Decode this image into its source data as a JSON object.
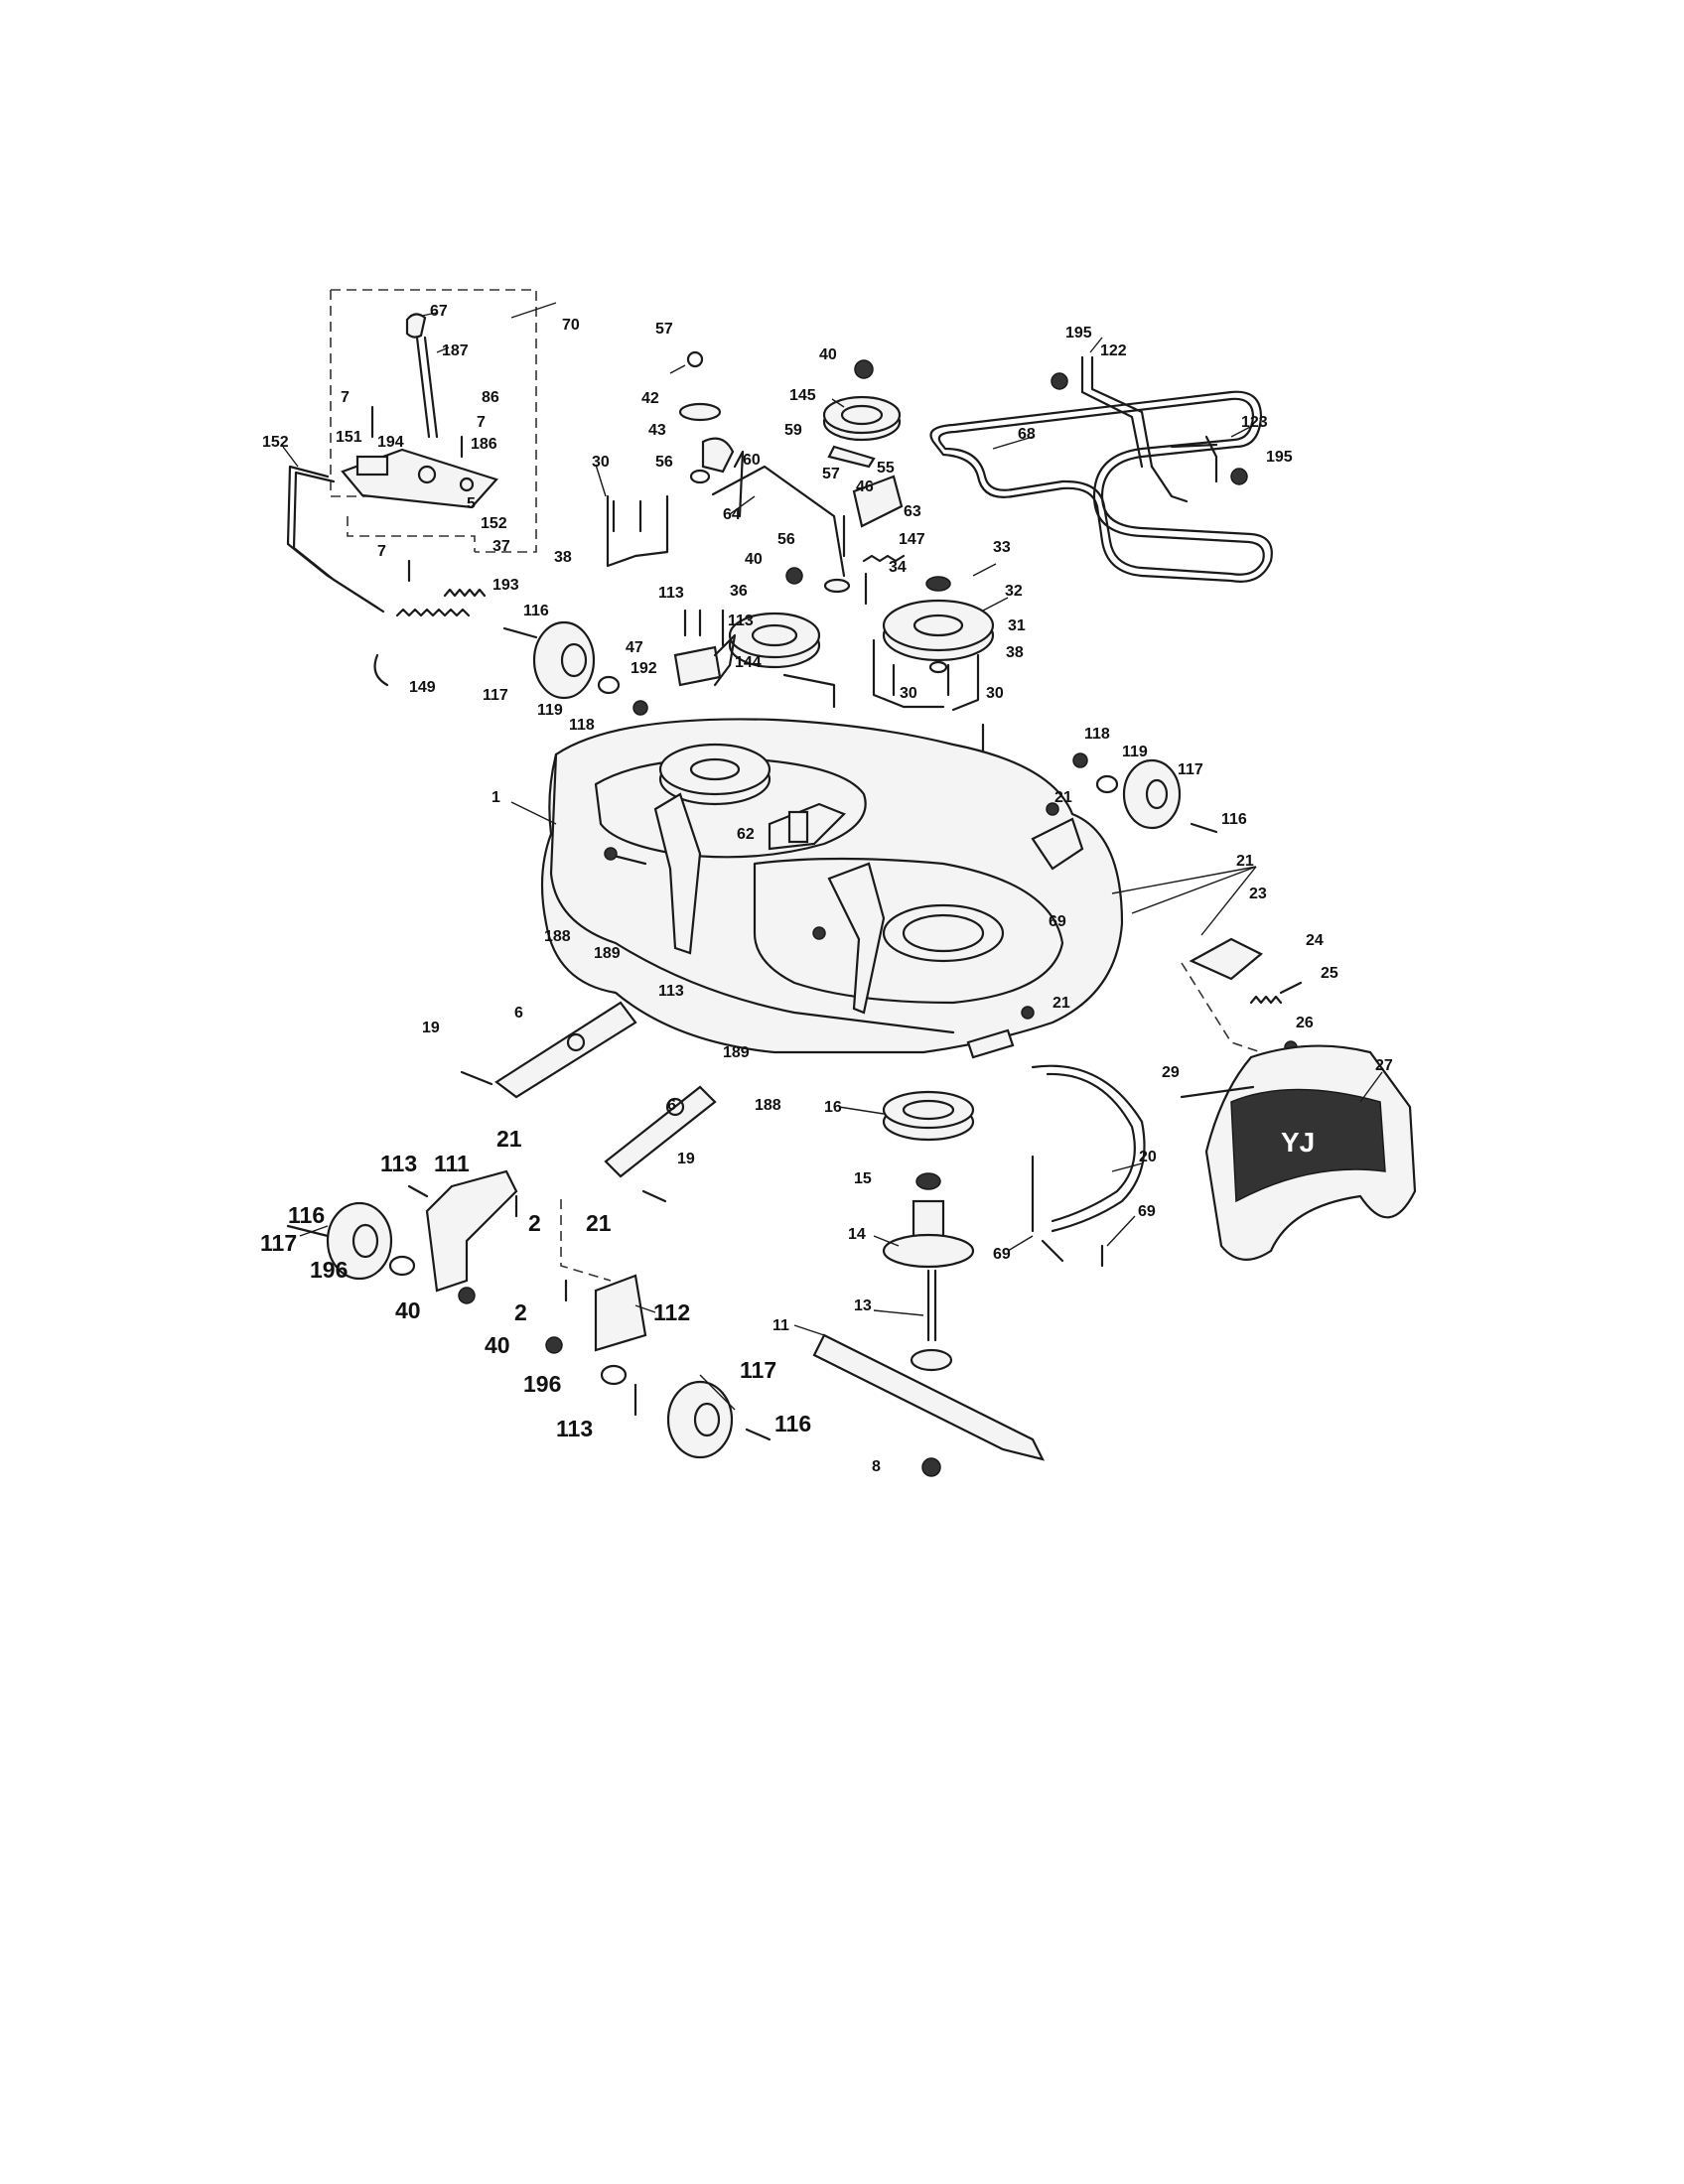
{
  "callouts": [
    {
      "id": "c67",
      "text": "67"
    },
    {
      "id": "c70",
      "text": "70"
    },
    {
      "id": "c187",
      "text": "187"
    },
    {
      "id": "c7a",
      "text": "7"
    },
    {
      "id": "c86",
      "text": "86"
    },
    {
      "id": "c7b",
      "text": "7"
    },
    {
      "id": "c151",
      "text": "151"
    },
    {
      "id": "c194",
      "text": "194"
    },
    {
      "id": "c186",
      "text": "186"
    },
    {
      "id": "c152a",
      "text": "152"
    },
    {
      "id": "c5",
      "text": "5"
    },
    {
      "id": "c152b",
      "text": "152"
    },
    {
      "id": "c7c",
      "text": "7"
    },
    {
      "id": "c37",
      "text": "37"
    },
    {
      "id": "c193",
      "text": "193"
    },
    {
      "id": "c116a",
      "text": "116"
    },
    {
      "id": "c149",
      "text": "149"
    },
    {
      "id": "c117a",
      "text": "117"
    },
    {
      "id": "c119a",
      "text": "119"
    },
    {
      "id": "c118a",
      "text": "118"
    },
    {
      "id": "c57a",
      "text": "57"
    },
    {
      "id": "c42",
      "text": "42"
    },
    {
      "id": "c43",
      "text": "43"
    },
    {
      "id": "c56a",
      "text": "56"
    },
    {
      "id": "c60",
      "text": "60"
    },
    {
      "id": "c30a",
      "text": "30"
    },
    {
      "id": "c38a",
      "text": "38"
    },
    {
      "id": "c113a",
      "text": "113"
    },
    {
      "id": "c113b",
      "text": "113"
    },
    {
      "id": "c47",
      "text": "47"
    },
    {
      "id": "c192",
      "text": "192"
    },
    {
      "id": "c40a",
      "text": "40"
    },
    {
      "id": "c145",
      "text": "145"
    },
    {
      "id": "c59",
      "text": "59"
    },
    {
      "id": "c57b",
      "text": "57"
    },
    {
      "id": "c55",
      "text": "55"
    },
    {
      "id": "c46",
      "text": "46"
    },
    {
      "id": "c64",
      "text": "64"
    },
    {
      "id": "c63",
      "text": "63"
    },
    {
      "id": "c56b",
      "text": "56"
    },
    {
      "id": "c147",
      "text": "147"
    },
    {
      "id": "c40b",
      "text": "40"
    },
    {
      "id": "c34",
      "text": "34"
    },
    {
      "id": "c36",
      "text": "36"
    },
    {
      "id": "c144",
      "text": "144"
    },
    {
      "id": "c33",
      "text": "33"
    },
    {
      "id": "c32",
      "text": "32"
    },
    {
      "id": "c31",
      "text": "31"
    },
    {
      "id": "c38b",
      "text": "38"
    },
    {
      "id": "c30b",
      "text": "30"
    },
    {
      "id": "c30c",
      "text": "30"
    },
    {
      "id": "c195a",
      "text": "195"
    },
    {
      "id": "c122",
      "text": "122"
    },
    {
      "id": "c68",
      "text": "68"
    },
    {
      "id": "c123",
      "text": "123"
    },
    {
      "id": "c195b",
      "text": "195"
    },
    {
      "id": "c1",
      "text": "1"
    },
    {
      "id": "c62",
      "text": "62"
    },
    {
      "id": "c188a",
      "text": "188"
    },
    {
      "id": "c189a",
      "text": "189"
    },
    {
      "id": "c113c",
      "text": "113"
    },
    {
      "id": "c189b",
      "text": "189"
    },
    {
      "id": "c188b",
      "text": "188"
    },
    {
      "id": "c118b",
      "text": "118"
    },
    {
      "id": "c119b",
      "text": "119"
    },
    {
      "id": "c117b",
      "text": "117"
    },
    {
      "id": "c116b",
      "text": "116"
    },
    {
      "id": "c21a",
      "text": "21"
    },
    {
      "id": "c21b",
      "text": "21"
    },
    {
      "id": "c69a",
      "text": "69"
    },
    {
      "id": "c21c",
      "text": "21"
    },
    {
      "id": "c23",
      "text": "23"
    },
    {
      "id": "c24",
      "text": "24"
    },
    {
      "id": "c25",
      "text": "25"
    },
    {
      "id": "c26",
      "text": "26"
    },
    {
      "id": "c27",
      "text": "27"
    },
    {
      "id": "c29",
      "text": "29"
    },
    {
      "id": "c19a",
      "text": "19"
    },
    {
      "id": "c6a",
      "text": "6"
    },
    {
      "id": "c6b",
      "text": "6"
    },
    {
      "id": "c19b",
      "text": "19"
    },
    {
      "id": "c16",
      "text": "16"
    },
    {
      "id": "c15",
      "text": "15"
    },
    {
      "id": "c14",
      "text": "14"
    },
    {
      "id": "c13",
      "text": "13"
    },
    {
      "id": "c11",
      "text": "11"
    },
    {
      "id": "c8",
      "text": "8"
    },
    {
      "id": "c20",
      "text": "20"
    },
    {
      "id": "c69b",
      "text": "69"
    },
    {
      "id": "c69c",
      "text": "69"
    },
    {
      "id": "c116c",
      "text": "116"
    },
    {
      "id": "c113d",
      "text": "113"
    },
    {
      "id": "c111",
      "text": "111"
    },
    {
      "id": "c21d",
      "text": "21"
    },
    {
      "id": "c2a",
      "text": "2"
    },
    {
      "id": "c21e",
      "text": "21"
    },
    {
      "id": "c117c",
      "text": "117"
    },
    {
      "id": "c196a",
      "text": "196"
    },
    {
      "id": "c40c",
      "text": "40"
    },
    {
      "id": "c2b",
      "text": "2"
    },
    {
      "id": "c112",
      "text": "112"
    },
    {
      "id": "c40d",
      "text": "40"
    },
    {
      "id": "c196b",
      "text": "196"
    },
    {
      "id": "c117d",
      "text": "117"
    },
    {
      "id": "c113e",
      "text": "113"
    },
    {
      "id": "c116d",
      "text": "116"
    }
  ],
  "colors": {
    "ink": "#1a1a1a",
    "paper": "#ffffff",
    "fill": "#f4f4f4"
  },
  "icons": {
    "deck": "mower-deck-shape",
    "pulley": "pulley-shape",
    "wheel": "gauge-wheel-shape",
    "blade": "mower-blade-shape",
    "belt": "drive-belt-shape",
    "chute": "discharge-chute-shape"
  }
}
